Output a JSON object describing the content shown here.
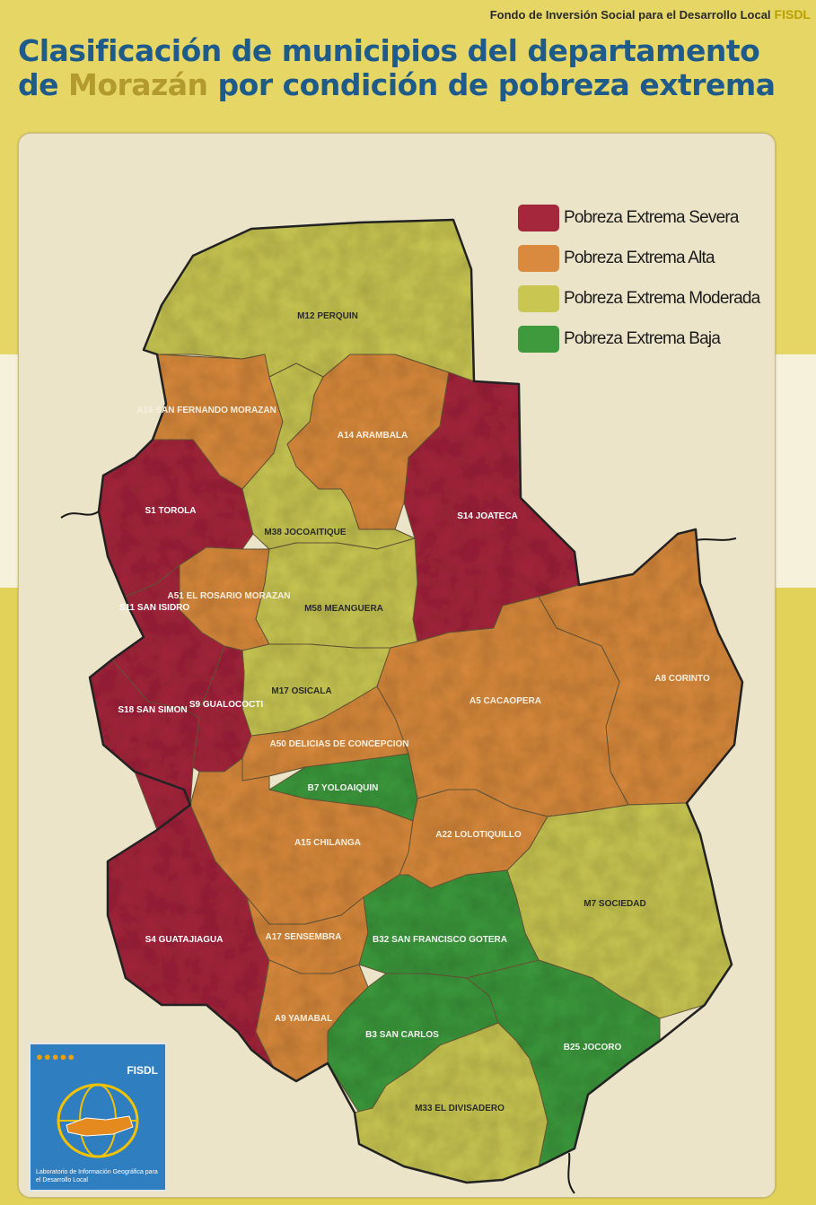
{
  "header": {
    "source_org": "Fondo de Inversión Social para el Desarrollo Local",
    "source_acronym": "FISDL",
    "title_part1": "Clasificación de municipios del departamento",
    "title_de": "de",
    "title_highlight": "Morazán",
    "title_part2": "por condición de pobreza extrema"
  },
  "legend": [
    {
      "label": "Pobreza Extrema Severa",
      "color": "#a5273c"
    },
    {
      "label": "Pobreza Extrema Alta",
      "color": "#d98a3e"
    },
    {
      "label": "Pobreza Extrema Moderada",
      "color": "#c9c752"
    },
    {
      "label": "Pobreza Extrema Baja",
      "color": "#3e9a3c"
    }
  ],
  "municipalities": [
    {
      "label": "M12 PERQUIN",
      "class": "moderada"
    },
    {
      "label": "A16 SAN FERNANDO MORAZAN",
      "class": "alta"
    },
    {
      "label": "A14 ARAMBALA",
      "class": "alta"
    },
    {
      "label": "S14 JOATECA",
      "class": "severa"
    },
    {
      "label": "S1 TOROLA",
      "class": "severa"
    },
    {
      "label": "M38 JOCOAITIQUE",
      "class": "moderada"
    },
    {
      "label": "A51 EL ROSARIO MORAZAN",
      "class": "alta"
    },
    {
      "label": "S11 SAN ISIDRO",
      "class": "severa"
    },
    {
      "label": "M58 MEANGUERA",
      "class": "moderada"
    },
    {
      "label": "A8 CORINTO",
      "class": "alta"
    },
    {
      "label": "M17 OSICALA",
      "class": "moderada"
    },
    {
      "label": "A5 CACAOPERA",
      "class": "alta"
    },
    {
      "label": "S18 SAN SIMON",
      "class": "severa"
    },
    {
      "label": "S9 GUALOCOCTI",
      "class": "severa"
    },
    {
      "label": "A50 DELICIAS DE CONCEPCION",
      "class": "alta"
    },
    {
      "label": "B7 YOLOAIQUIN",
      "class": "baja"
    },
    {
      "label": "A15 CHILANGA",
      "class": "alta"
    },
    {
      "label": "A22 LOLOTIQUILLO",
      "class": "alta"
    },
    {
      "label": "M7 SOCIEDAD",
      "class": "moderada"
    },
    {
      "label": "S4 GUATAJIAGUA",
      "class": "severa"
    },
    {
      "label": "A17 SENSEMBRA",
      "class": "alta"
    },
    {
      "label": "B32 SAN FRANCISCO GOTERA",
      "class": "baja"
    },
    {
      "label": "A9 YAMABAL",
      "class": "alta"
    },
    {
      "label": "B3 SAN CARLOS",
      "class": "baja"
    },
    {
      "label": "B25 JOCORO",
      "class": "baja"
    },
    {
      "label": "M33 EL DIVISADERO",
      "class": "moderada"
    }
  ],
  "logo": {
    "name": "FISDL",
    "caption": "Laboratorio de Información Geográfica para el Desarrollo Local"
  }
}
